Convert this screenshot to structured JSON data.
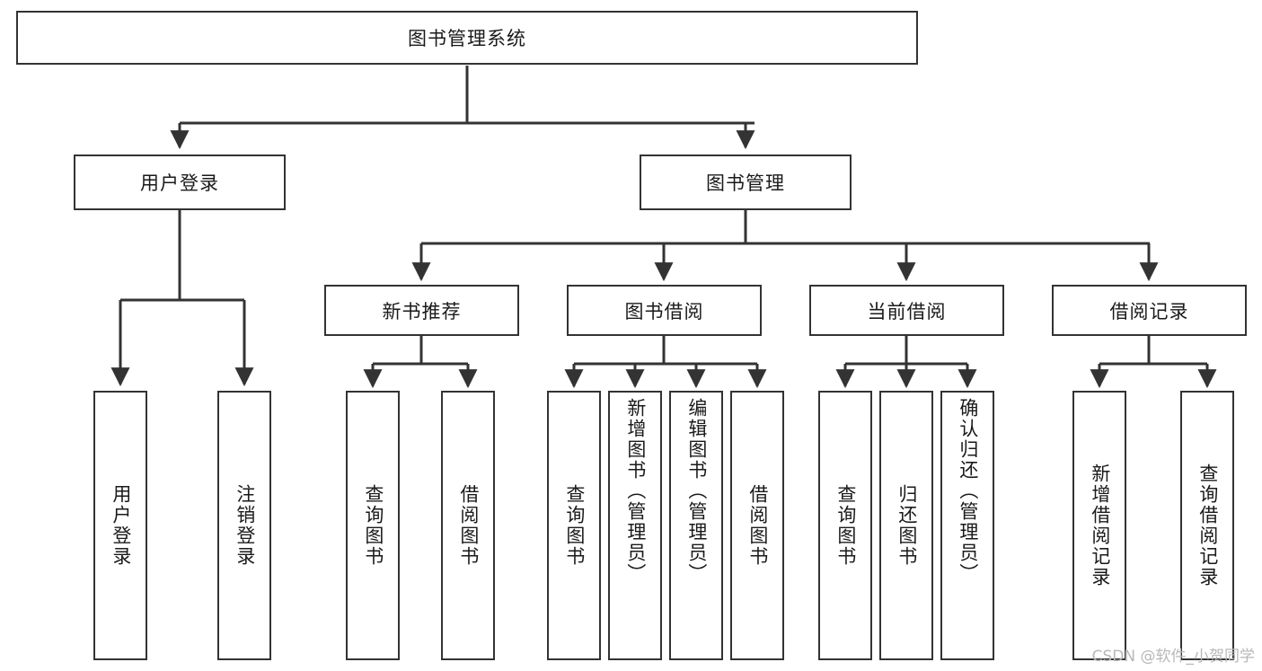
{
  "diagram": {
    "title": "图书管理系统",
    "type": "hierarchy-tree",
    "root": {
      "label": "图书管理系统"
    },
    "level2": [
      {
        "label": "用户登录"
      },
      {
        "label": "图书管理"
      }
    ],
    "level3": [
      {
        "label": "新书推荐"
      },
      {
        "label": "图书借阅"
      },
      {
        "label": "当前借阅"
      },
      {
        "label": "借阅记录"
      }
    ],
    "leaves": {
      "user_login": [
        {
          "label": "用户登录"
        },
        {
          "label": "注销登录"
        }
      ],
      "new_book_recommend": [
        {
          "label": "查询图书"
        },
        {
          "label": "借阅图书"
        }
      ],
      "book_borrow": [
        {
          "label": "查询图书"
        },
        {
          "label": "新增图书（管理员）"
        },
        {
          "label": "编辑图书（管理员）"
        },
        {
          "label": "借阅图书"
        }
      ],
      "current_borrow": [
        {
          "label": "查询图书"
        },
        {
          "label": "归还图书"
        },
        {
          "label": "确认归还（管理员）"
        }
      ],
      "borrow_record": [
        {
          "label": "新增借阅记录"
        },
        {
          "label": "查询借阅记录"
        }
      ]
    }
  },
  "watermark": {
    "text": "CSDN @软件_小贺同学"
  },
  "colors": {
    "border": "#333333",
    "background": "#ffffff",
    "text": "#1a1a1a",
    "watermark": "#b8b8b8"
  }
}
